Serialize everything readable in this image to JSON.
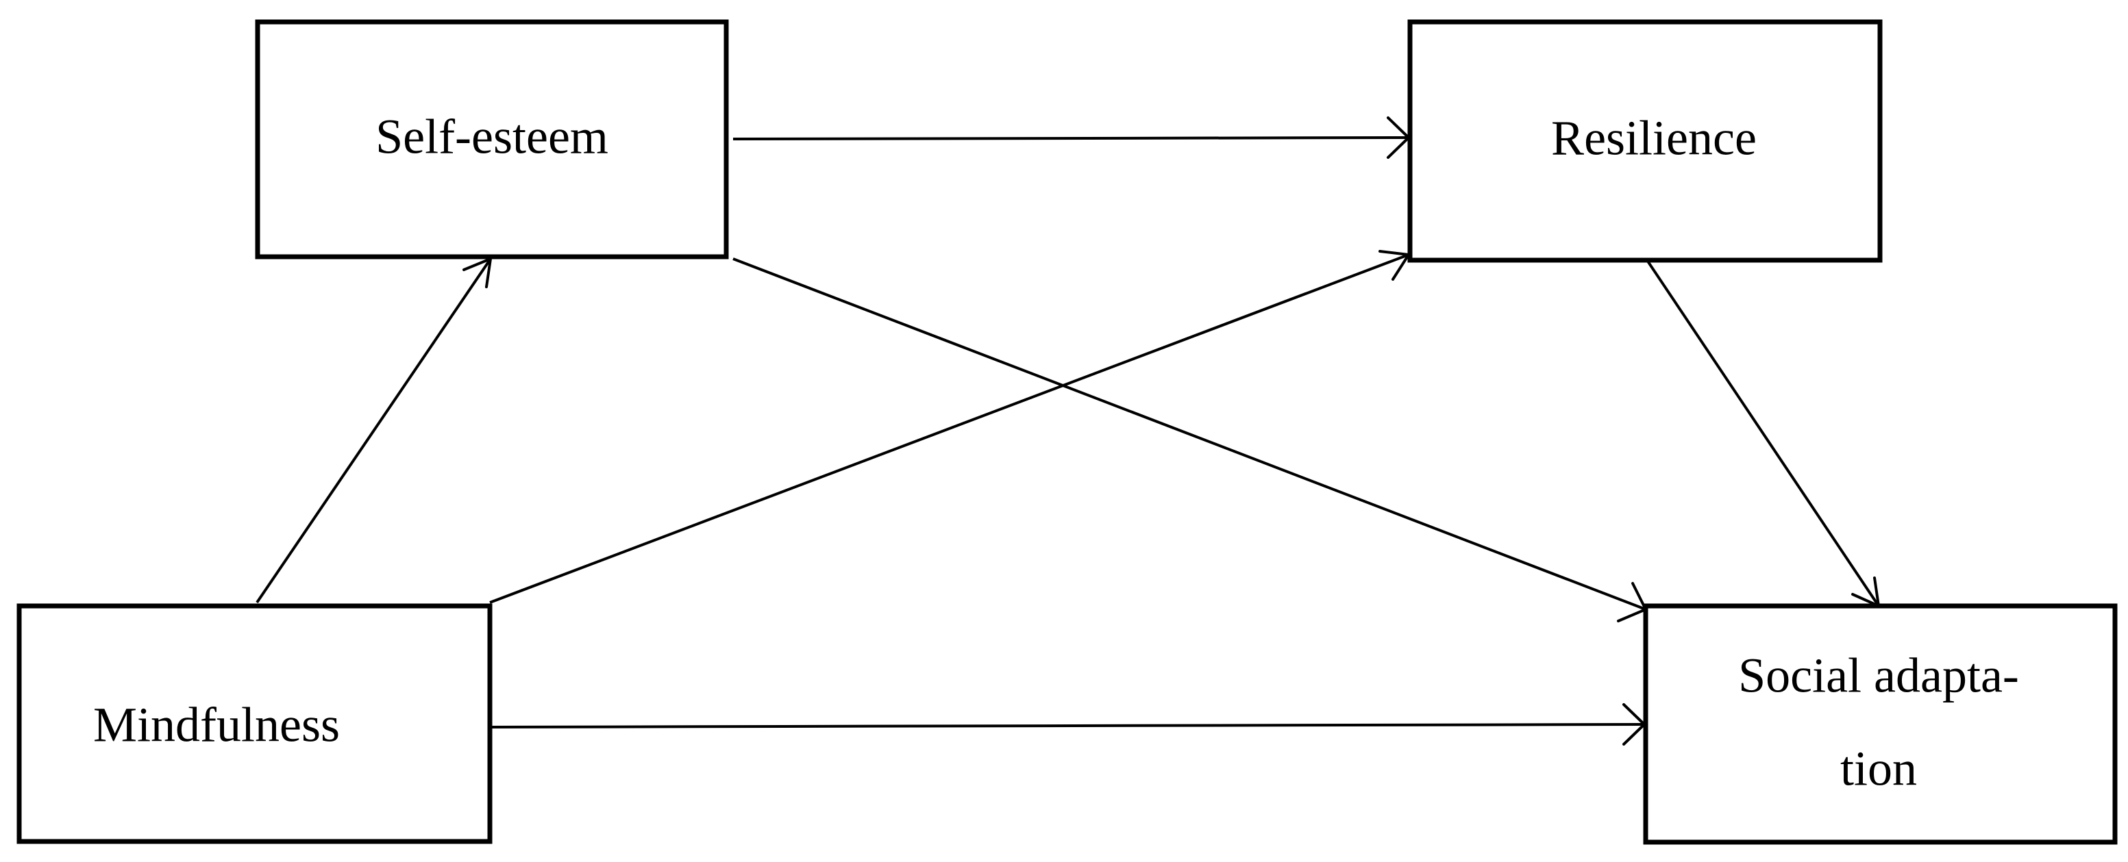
{
  "diagram": {
    "nodes": {
      "self_esteem": {
        "label": "Self-esteem"
      },
      "resilience": {
        "label": "Resilience"
      },
      "mindfulness": {
        "label": "Mindfulness"
      },
      "social_adaptation": {
        "line1": "Social adapta-",
        "line2": "tion"
      }
    },
    "edges": [
      {
        "from": "self_esteem",
        "to": "resilience"
      },
      {
        "from": "self_esteem",
        "to": "social_adaptation"
      },
      {
        "from": "mindfulness",
        "to": "self_esteem"
      },
      {
        "from": "mindfulness",
        "to": "resilience"
      },
      {
        "from": "mindfulness",
        "to": "social_adaptation"
      },
      {
        "from": "resilience",
        "to": "social_adaptation"
      }
    ],
    "colors": {
      "stroke": "#000000",
      "background": "#ffffff"
    }
  }
}
